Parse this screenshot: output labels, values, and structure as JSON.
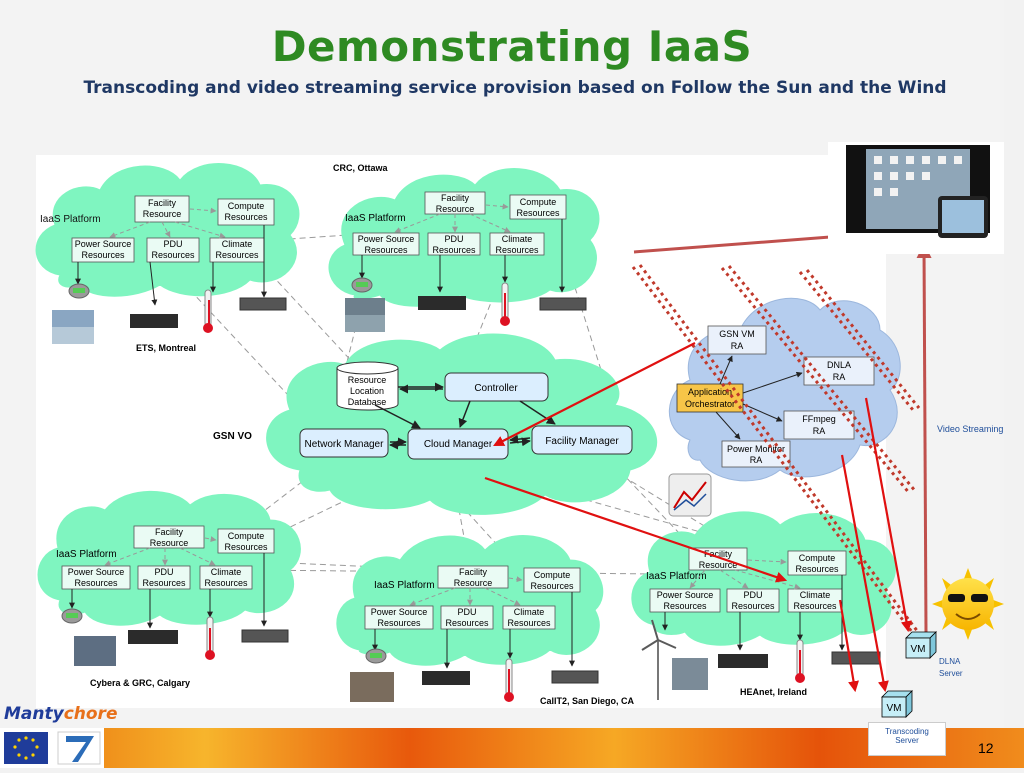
{
  "header": {
    "title": "Demonstrating IaaS",
    "subtitle": "Transcoding and video streaming service provision based on Follow the Sun and the Wind"
  },
  "clouds": {
    "ets": {
      "platform": "IaaS Platform",
      "facility": [
        "Facility",
        "Resource"
      ],
      "compute": [
        "Compute",
        "Resources"
      ],
      "power": [
        "Power Source",
        "Resources"
      ],
      "pdu": [
        "PDU",
        "Resources"
      ],
      "climate": [
        "Climate",
        "Resources"
      ],
      "site": "ETS, Montreal"
    },
    "crc": {
      "platform": "IaaS Platform",
      "facility": [
        "Facility",
        "Resource"
      ],
      "compute": [
        "Compute",
        "Resources"
      ],
      "power": [
        "Power Source",
        "Resources"
      ],
      "pdu": [
        "PDU",
        "Resources"
      ],
      "climate": [
        "Climate",
        "Resources"
      ],
      "site": "CRC, Ottawa"
    },
    "cybera": {
      "platform": "IaaS Platform",
      "facility": [
        "Facility",
        "Resource"
      ],
      "compute": [
        "Compute",
        "Resources"
      ],
      "power": [
        "Power Source",
        "Resources"
      ],
      "pdu": [
        "PDU",
        "Resources"
      ],
      "climate": [
        "Climate",
        "Resources"
      ],
      "site": "Cybera & GRC, Calgary"
    },
    "calit2": {
      "platform": "IaaS Platform",
      "facility": [
        "Facility",
        "Resource"
      ],
      "compute": [
        "Compute",
        "Resources"
      ],
      "power": [
        "Power Source",
        "Resources"
      ],
      "pdu": [
        "PDU",
        "Resources"
      ],
      "climate": [
        "Climate",
        "Resources"
      ],
      "site": "CallT2, San Diego, CA"
    },
    "heanet": {
      "platform": "IaaS Platform",
      "facility": [
        "Facility",
        "Resource"
      ],
      "compute": [
        "Compute",
        "Resources"
      ],
      "power": [
        "Power Source",
        "Resources"
      ],
      "pdu": [
        "PDU",
        "Resources"
      ],
      "climate": [
        "Climate",
        "Resources"
      ],
      "site": "HEAnet, Ireland"
    }
  },
  "gsn": {
    "label": "GSN VO",
    "db": [
      "Resource",
      "Location",
      "Database"
    ],
    "controller": "Controller",
    "network_manager": "Network Manager",
    "cloud_manager": "Cloud Manager",
    "facility_manager": "Facility Manager"
  },
  "app_cloud": {
    "gsn_vm": [
      "GSN VM",
      "RA"
    ],
    "dnla": [
      "DNLA",
      "RA"
    ],
    "orchestrator": [
      "Application",
      "Orchestrator"
    ],
    "ffmpeg": [
      "FFmpeg",
      "RA"
    ],
    "power_monitor": [
      "Power Monitor",
      "RA"
    ]
  },
  "labels": {
    "video_streaming": "Video Streaming",
    "vm_dlna": "VM",
    "dlna_server": [
      "DLNA",
      "Server"
    ],
    "vm_transcoding": "VM",
    "transcoding_server": [
      "Transcoding",
      "Server"
    ]
  },
  "footer": {
    "page_number": "12",
    "logo_text_a": "Manty",
    "logo_text_b": "chore"
  },
  "colors": {
    "title_green": "#2e8a22",
    "subtitle_navy": "#1f3864",
    "cloud_green": "#7ff5c0",
    "cloud_blue": "#b5cdee",
    "arrow_red": "#e01010",
    "dotted_red": "#c0392b",
    "link_blue": "#1f4e9a"
  }
}
